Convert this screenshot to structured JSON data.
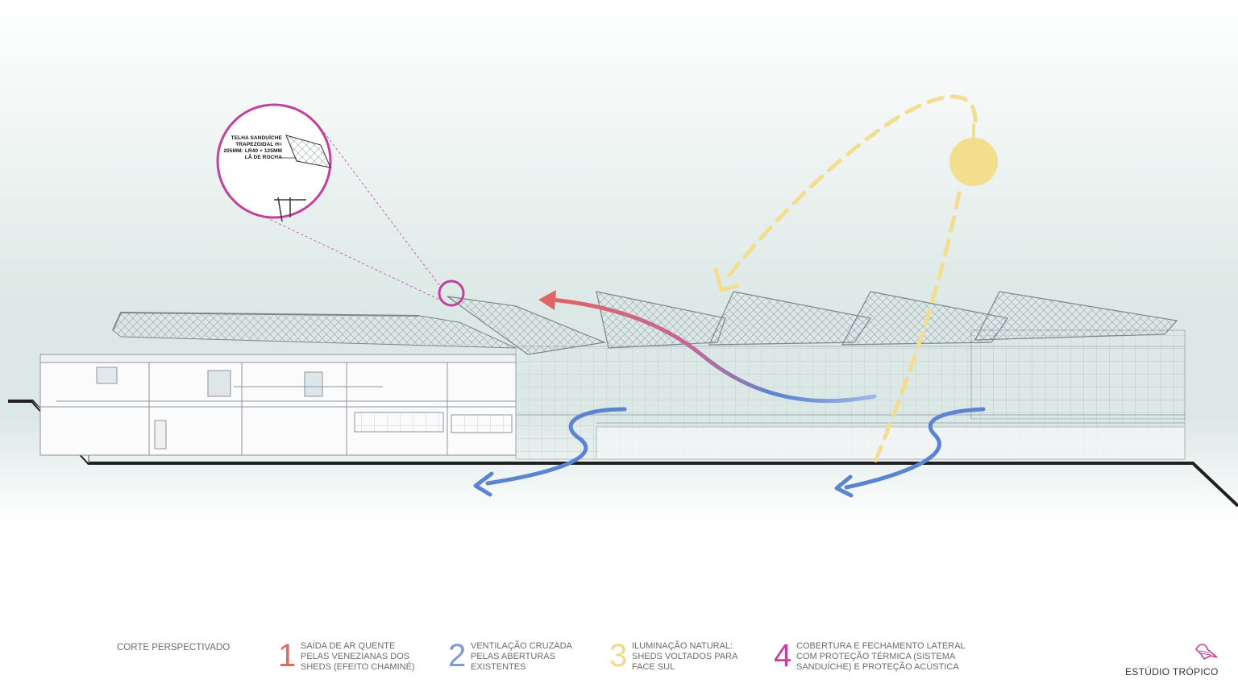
{
  "colors": {
    "hot_air": "#e06464",
    "cross_ventilation": "#5b86cf",
    "daylight": "#f3dd8e",
    "roof": "#c1419b",
    "structure": "#7d8590",
    "ground": "#231f20"
  },
  "callout": {
    "text": "TELHA SANDUÍCHE TRAPEZOIDAL H= 205MM: LR40 + 125MM LÃ DE ROCHA"
  },
  "legend": {
    "title": "CORTE PERSPECTIVADO",
    "items": [
      {
        "number": "1",
        "text": "SAÍDA DE AR QUENTE\nPELAS VENEZIANAS DOS\nSHEDS (EFEITO CHAMINÉ)",
        "color": "#e06a6a"
      },
      {
        "number": "2",
        "text": "VENTILAÇÃO CRUZADA\nPELAS ABERTURAS\nEXISTENTES",
        "color": "#7a9bd6"
      },
      {
        "number": "3",
        "text": "ILUMINAÇÃO NATURAL:\nSHEDS VOLTADOS PARA\nFACE SUL",
        "color": "#f0d98a"
      },
      {
        "number": "4",
        "text": "COBERTURA E FECHAMENTO LATERAL\nCOM PROTEÇÃO TÉRMICA (SISTEMA\nSANDUÍCHE) E PROTEÇÃO ACÚSTICA",
        "color": "#c1419b"
      }
    ]
  },
  "brand": {
    "name": "ESTÚDIO TRÓPICO",
    "logo_icon": "bird-icon"
  }
}
